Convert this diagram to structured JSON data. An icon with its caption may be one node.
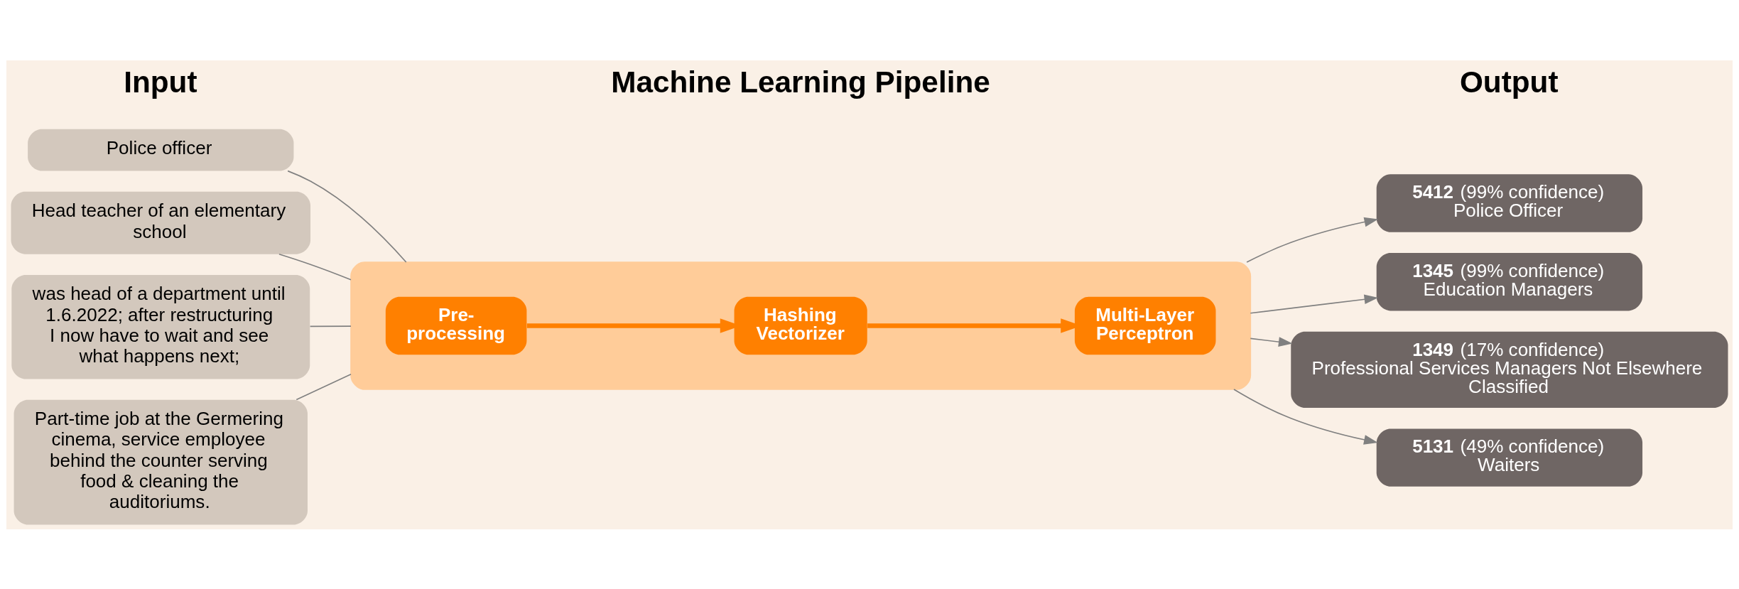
{
  "diagram": {
    "nodes": [
      {
        "text": [
          "Police officer"
        ]
      },
      {
        "text": [
          "Head teacher of an elementary school"
        ]
      },
      {
        "text": [
          "was head of a department until 1.6.2022; after restructuring I now have to wait and see what happens next;"
        ]
      },
      {
        "text": [
          "Part-time job at the Germering cinema, service employee behind the counter serving food & cleaning the auditoriums."
        ]
      },
      {
        "text": [],
        "shape": "box"
      },
      {
        "text": [
          "Pre-processing"
        ],
        "in": 4
      },
      {
        "text": [
          "Hashing Vectorizer"
        ],
        "in": 4
      },
      {
        "text": [
          "Multi-Layer Perceptron"
        ],
        "in": 4
      },
      {
        "text": [
          "**5412** (99% confidence)",
          "Police Officer"
        ]
      },
      {
        "text": [
          "**1345** (99% confidence)",
          "Education Managers"
        ]
      },
      {
        "text": [
          "**1349** (17% confidence)",
          "Professional Services Managers Not Elsewhere Classified"
        ]
      },
      {
        "text": [
          "**5131** (49% confidence)",
          "Waiters"
        ]
      }
    ],
    "edges": [
      {
        "from": 0,
        "to": 4,
        "arrow": "none"
      },
      {
        "from": 1,
        "to": 4,
        "arrow": "none"
      },
      {
        "from": 2,
        "to": 4,
        "arrow": "none"
      },
      {
        "from": 3,
        "to": 4,
        "arrow": "none"
      },
      {
        "from": 5,
        "to": 6,
        "arrow": "to",
        "style": "thick",
        "color": "#ff8000"
      },
      {
        "from": 6,
        "to": 7,
        "arrow": "to",
        "style": "thick",
        "color": "#ff8000"
      },
      {
        "from": 4,
        "to": 8,
        "arrow": "to"
      },
      {
        "from": 4,
        "to": 9,
        "arrow": "to"
      },
      {
        "from": 4,
        "to": 10,
        "arrow": "to"
      },
      {
        "from": 4,
        "to": 11,
        "arrow": "to"
      }
    ],
    "labels": [
      "Input",
      "Machine Learning Pipeline",
      "Output"
    ]
  }
}
